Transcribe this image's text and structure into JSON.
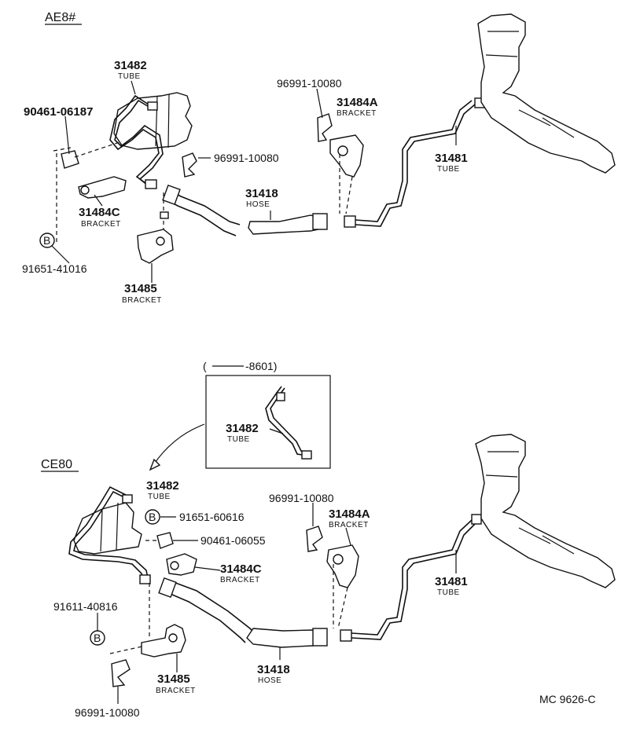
{
  "sections": {
    "top_code": "AE8#",
    "bottom_code": "CE80",
    "inset_range_open": "(",
    "inset_range": "-8601)"
  },
  "top_parts": {
    "tube_31482": {
      "number": "31482",
      "desc": "TUBE"
    },
    "bolt_90461": {
      "number": "90461-06187"
    },
    "clip_96991_a": {
      "number": "96991-10080"
    },
    "clip_96991_b": {
      "number": "96991-10080"
    },
    "bracket_31484a": {
      "number": "31484A",
      "desc": "BRACKET"
    },
    "tube_31481": {
      "number": "31481",
      "desc": "TUBE"
    },
    "hose_31418": {
      "number": "31418",
      "desc": "HOSE"
    },
    "bracket_31484c": {
      "number": "31484C",
      "desc": "BRACKET"
    },
    "callout_b": "B",
    "bolt_91651": {
      "number": "91651-41016"
    },
    "bracket_31485": {
      "number": "31485",
      "desc": "BRACKET"
    }
  },
  "inset": {
    "tube_31482": {
      "number": "31482",
      "desc": "TUBE"
    }
  },
  "bottom_parts": {
    "tube_31482": {
      "number": "31482",
      "desc": "TUBE"
    },
    "callout_b1": "B",
    "bolt_91651": {
      "number": "91651-60616"
    },
    "bolt_90461": {
      "number": "90461-06055"
    },
    "clip_96991_a": {
      "number": "96991-10080"
    },
    "bracket_31484a": {
      "number": "31484A",
      "desc": "BRACKET"
    },
    "bracket_31484c": {
      "number": "31484C",
      "desc": "BRACKET"
    },
    "tube_31481": {
      "number": "31481",
      "desc": "TUBE"
    },
    "bolt_91611": {
      "number": "91611-40816"
    },
    "callout_b2": "B",
    "bracket_31485": {
      "number": "31485",
      "desc": "BRACKET"
    },
    "hose_31418": {
      "number": "31418",
      "desc": "HOSE"
    },
    "clip_96991_b": {
      "number": "96991-10080"
    }
  },
  "footer": {
    "figure_code": "MC 9626-C"
  }
}
